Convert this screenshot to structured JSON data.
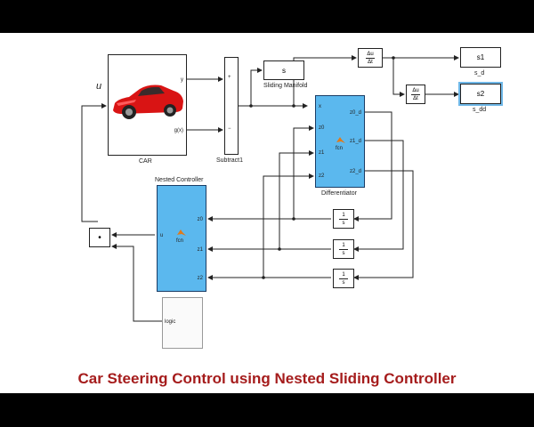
{
  "title": "Car Steering Control using Nested Sliding Controller",
  "colors": {
    "block_fill": "#5bb8ee",
    "title": "#a51c1c",
    "car": "#d91414"
  },
  "blocks": {
    "car": {
      "label": "CAR",
      "input_label": "u",
      "out_y": "y",
      "out_gx": "g(x)"
    },
    "subtract": {
      "label": "Subtract1",
      "plus": "+",
      "minus": "−"
    },
    "sliding_manifold": {
      "text": "s",
      "label": "Sliding Manifold"
    },
    "derivative1": {
      "num": "Δu",
      "den": "Δt"
    },
    "derivative2": {
      "num": "Δu",
      "den": "Δt"
    },
    "s1": {
      "text": "s1",
      "label": "s_d"
    },
    "s2": {
      "text": "s2",
      "label": "s_dd"
    },
    "differentiator": {
      "label": "Differentiator",
      "in_x": "x",
      "in_z0": "z0",
      "in_z1": "z1",
      "in_z2": "z2",
      "out_z0d": "z0_d",
      "out_z1d": "z1_d",
      "out_z2d": "z2_d",
      "fcn": "fcn"
    },
    "integrator": {
      "num": "1",
      "den": "s"
    },
    "nested": {
      "label": "Nested Controller",
      "in_z0": "z0",
      "in_z1": "z1",
      "in_z2": "z2",
      "out_u": "u",
      "fcn": "fcn"
    },
    "product": {
      "symbol": "•"
    },
    "logic": {
      "text": "logic"
    }
  }
}
